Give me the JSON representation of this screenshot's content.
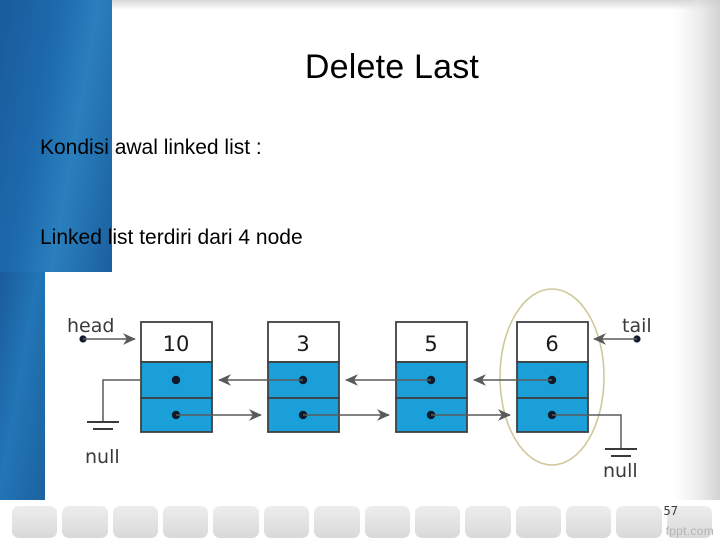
{
  "slide": {
    "title": "Delete Last",
    "body_line_1": "Kondisi awal linked list :",
    "body_line_2": "Linked list terdiri dari 4 node",
    "page_number": "57",
    "watermark": "fppt.com",
    "accent_blue": "#1d6aae",
    "node_blue": "#1b9fd8",
    "highlight_ellipse_color": "#cfc89a"
  },
  "diagram": {
    "type": "doubly-linked-list",
    "head_label": "head",
    "tail_label": "tail",
    "null_left_label": "null",
    "null_right_label": "null",
    "nodes": [
      {
        "value": "10"
      },
      {
        "value": "3"
      },
      {
        "value": "5"
      },
      {
        "value": "6"
      }
    ],
    "highlighted_node_index": 3
  }
}
